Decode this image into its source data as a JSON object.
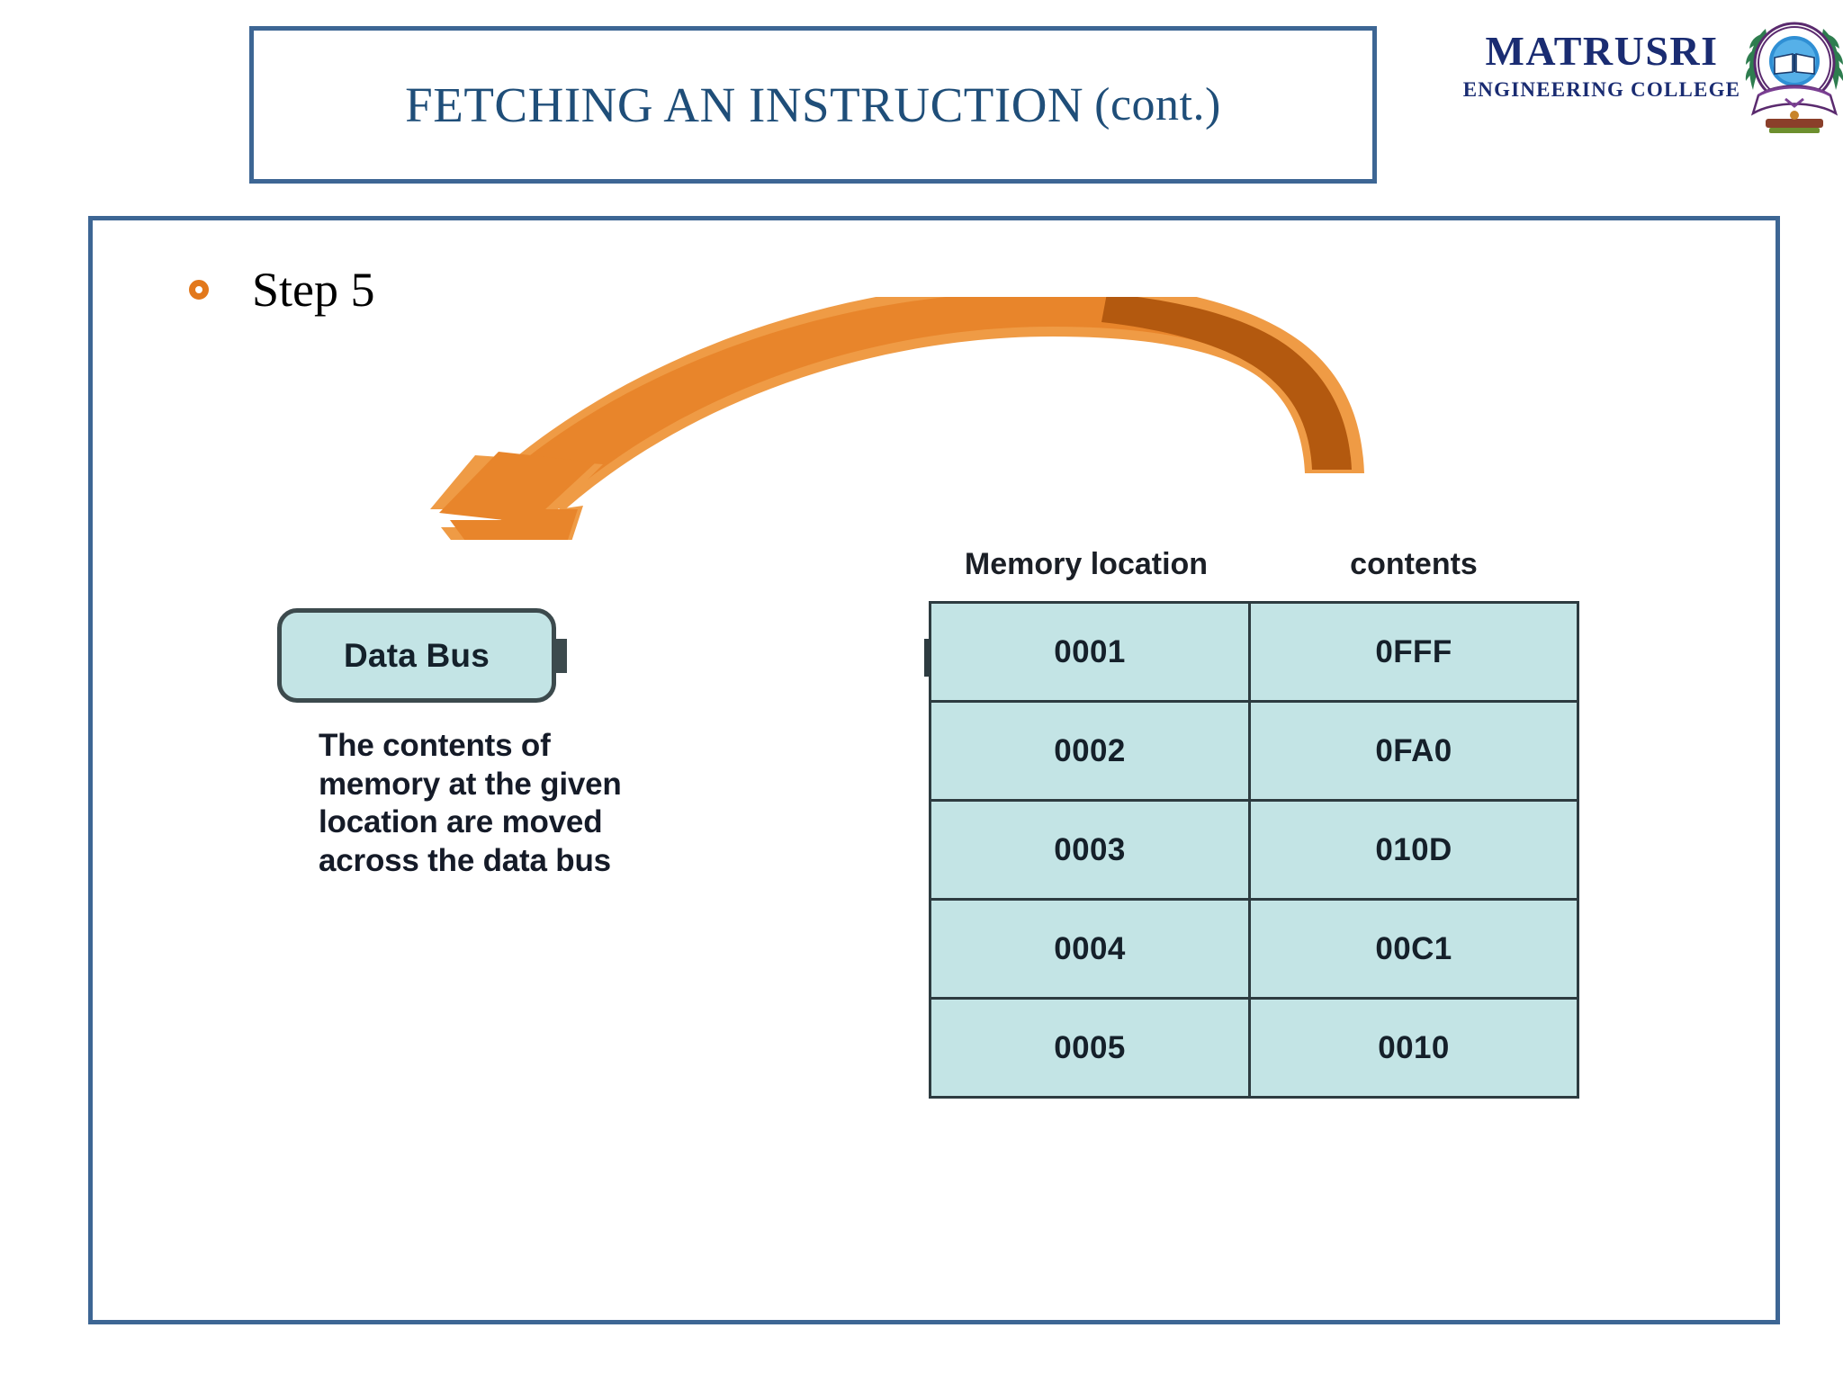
{
  "slide": {
    "title_main": "FETCHING AN INSTRUCTION",
    "title_cont": "(cont.)",
    "title_color": "#1f4e79",
    "frame_color": "#3d6694",
    "accent_color": "#e2781b"
  },
  "logo": {
    "name": "MATRUSRI",
    "subtitle": "ENGINEERING COLLEGE",
    "emblem_icon": "college-crest-icon",
    "color": "#1a2c72"
  },
  "bullet": {
    "icon": "hollow-circle-bullet-icon",
    "label": "Step 5"
  },
  "arrow": {
    "icon": "curved-arrow-icon",
    "direction": "right-to-left",
    "fill_light": "#e8852b",
    "fill_dark": "#b3590f",
    "outline": "#ef9b45"
  },
  "diagram": {
    "data_bus_label": "Data Bus",
    "data_bus_fill": "#c3e4e5",
    "data_bus_border": "#3c4a4d",
    "caption": "The contents of memory at the given location are moved across the data bus"
  },
  "memory_table": {
    "headers": [
      "Memory location",
      "contents"
    ],
    "cell_fill": "#c3e4e5",
    "cell_border": "#2d3b40",
    "rows": [
      {
        "location": "0001",
        "contents": "0FFF"
      },
      {
        "location": "0002",
        "contents": "0FA0"
      },
      {
        "location": "0003",
        "contents": "010D"
      },
      {
        "location": "0004",
        "contents": "00C1"
      },
      {
        "location": "0005",
        "contents": "0010"
      }
    ]
  }
}
